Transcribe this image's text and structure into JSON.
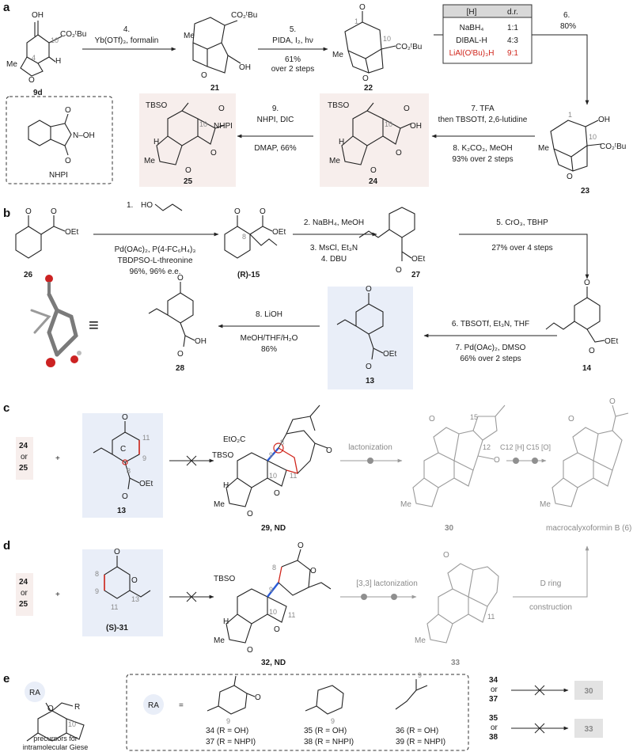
{
  "panel_letters": [
    "a",
    "b",
    "c",
    "d",
    "e"
  ],
  "panel_a": {
    "compounds": [
      "9d",
      "21",
      "22",
      "23",
      "24",
      "25"
    ],
    "atoms": {
      "oh": "OH",
      "co2tbu": "CO₂ᵗBu",
      "h": "H",
      "me": "Me",
      "o": "O",
      "num10": "10",
      "num4": "4",
      "num1": "1"
    },
    "step4": {
      "num": "4.",
      "conditions": "Yb(OTf)₃, formalin"
    },
    "step5": {
      "num": "5.",
      "conditions": "PIDA, I₂, hν",
      "yield": "61%",
      "note": "over 2 steps"
    },
    "step6": {
      "num": "6.",
      "yield": "80%"
    },
    "reduction_table": {
      "header_reagent": "[H]",
      "header_dr": "d.r.",
      "rows": [
        {
          "reagent": "NaBH₄",
          "dr": "1:1"
        },
        {
          "reagent": "DIBAL-H",
          "dr": "4:3"
        },
        {
          "reagent": "LiAl(OᵗBu)₃H",
          "dr": "9:1"
        }
      ]
    },
    "step7": {
      "text": "7. TFA",
      "text2": "then TBSOTf, 2,6-lutidine"
    },
    "step8": {
      "text": "8. K₂CO₃, MeOH",
      "yield": "93% over 2 steps"
    },
    "step9": {
      "num": "9.",
      "conditions": "NHPI, DIC",
      "conditions2": "DMAP, 66%"
    },
    "nhpi_box": {
      "label": "NHPI",
      "oh": "N–OH"
    },
    "tbso": "TBSO",
    "nhpi": "NHPI"
  },
  "panel_b": {
    "compounds": [
      "26",
      "(R)-15",
      "27",
      "14",
      "13",
      "28"
    ],
    "step1": {
      "num": "1.",
      "reagent": "HO",
      "line1": "Pd(OAc)₂, P(4-FC₆H₄)₃",
      "line2": "TBDPSO-L-threonine",
      "yield": "96%, 96% e.e."
    },
    "steps234": [
      "2. NaBH₄, MeOH",
      "3. MsCl, Et₃N",
      "4. DBU"
    ],
    "step5": {
      "text": "5. CrO₃, TBHP",
      "yield": "27% over 4 steps"
    },
    "steps67": [
      "6. TBSOTf, Et₃N, THF",
      "7. Pd(OAc)₂, DMSO",
      "66% over 2 steps"
    ],
    "step8": {
      "text": "8. LiOH",
      "text2": "MeOH/THF/H₂O",
      "yield": "86%"
    },
    "oet": "OEt",
    "oh": "OH",
    "o": "O",
    "num8": "8",
    "equiv": "≡"
  },
  "panel_c": {
    "reactants": [
      "24",
      "or",
      "25"
    ],
    "plus": "+",
    "compound13": "13",
    "ring_label": "C",
    "atom_numbers": [
      "11",
      "9",
      "8"
    ],
    "product29": "29, ND",
    "lactonization": "lactonization",
    "product30": "30",
    "c12c15": "C12 [H]  C15 [O]",
    "target": "macrocalyxoformin B (6)",
    "num15": "15",
    "num12": "12",
    "eto2c": "EtO₂C",
    "tbso": "TBSO"
  },
  "panel_d": {
    "reactants": [
      "24",
      "or",
      "25"
    ],
    "plus": "+",
    "compound31": "(S)-31",
    "atom_numbers": [
      "8",
      "9",
      "11",
      "13"
    ],
    "product32": "32, ND",
    "sigmatropic": "[3,3]",
    "lactonization": "lactonization",
    "product33": "33",
    "d_ring": "D ring",
    "d_ring2": "construction",
    "tbso": "TBSO"
  },
  "panel_e": {
    "ra": "RA",
    "precursor_caption": [
      "precursors for",
      "intramolecular Giese"
    ],
    "equals": "=",
    "options": [
      {
        "labels": [
          "34 (R = OH)",
          "37 (R = NHPI)"
        ]
      },
      {
        "labels": [
          "35 (R = OH)",
          "38 (R = NHPI)"
        ]
      },
      {
        "labels": [
          "36 (R = OH)",
          "39 (R = NHPI)"
        ]
      }
    ],
    "route1": {
      "from": [
        "34",
        "or",
        "37"
      ],
      "to": "30"
    },
    "route2": {
      "from": [
        "35",
        "or",
        "38"
      ],
      "to": "33"
    },
    "num9": "9",
    "num10": "10",
    "r": "R"
  },
  "colors": {
    "highlight_pink": "#f7eeec",
    "highlight_blue": "#e9eef8",
    "box_grey": "#e3e3e3",
    "red": "#d0261c",
    "blue_bond": "#2a5bd7",
    "grey_text": "#8a8a8a",
    "dot_grey": "#8f8f8f"
  }
}
